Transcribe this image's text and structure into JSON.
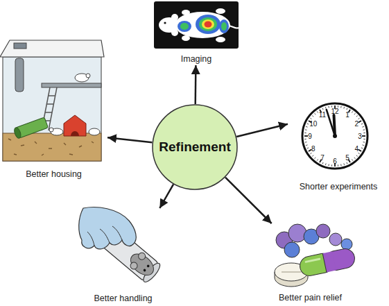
{
  "diagram": {
    "nodes": [
      {
        "text": [
          "Refinement"
        ]
      },
      {
        "text": [
          "Imaging"
        ]
      },
      {
        "text": [
          "Shorter experiments"
        ]
      },
      {
        "text": [
          "Better pain relief"
        ]
      },
      {
        "text": [
          "Better handling"
        ]
      },
      {
        "text": [
          "Better housing"
        ]
      }
    ],
    "edges": [
      {
        "from": 0,
        "to": 1,
        "arrow": "to"
      },
      {
        "from": 0,
        "to": 2,
        "arrow": "to"
      },
      {
        "from": 0,
        "to": 3,
        "arrow": "to"
      },
      {
        "from": 0,
        "to": 4,
        "arrow": "to"
      },
      {
        "from": 0,
        "to": 5,
        "arrow": "to"
      }
    ],
    "labels": [
      "12",
      "1",
      "2",
      "3",
      "4",
      "5",
      "6",
      "7",
      "8",
      "9",
      "10",
      "11"
    ]
  }
}
